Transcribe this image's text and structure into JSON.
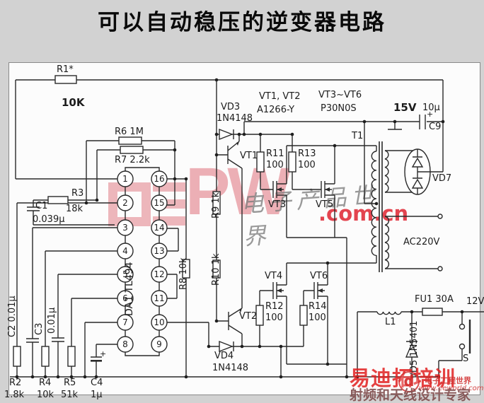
{
  "title": "可以自动稳压的逆变器电路",
  "colors": {
    "background": "#d2d2d2",
    "panel": "#fcfcfc",
    "wire": "#2a2a2a",
    "watermark_pink": "#de707a",
    "watermark_red": "#e0303c",
    "corner_red": "#e02020"
  },
  "ic": {
    "name": "DA1 TL494",
    "left_pins": [
      "1",
      "2",
      "3",
      "4",
      "5",
      "6",
      "7",
      "8"
    ],
    "right_pins": [
      "16",
      "15",
      "14",
      "13",
      "12",
      "11",
      "10",
      "9"
    ]
  },
  "labels": {
    "r1": "R1*",
    "r1_value": "10K",
    "r6": "R6 1M",
    "r7": "R7 2.2k",
    "r3": "R3",
    "r3_value": "18k",
    "c1": "C1",
    "c1_value": "0.039μ",
    "vd3": "VD3",
    "vd3_value": "1N4148",
    "vt12": "VT1, VT2",
    "vt12_value": "A1266-Y",
    "vt36": "VT3~VT6",
    "vt36_value": "P30N0S",
    "v15": "15V",
    "c9_value": "10μ",
    "c9": "C9",
    "c9_plus": "+",
    "t1": "T1",
    "vd7": "VD7",
    "vt1": "VT1",
    "vt2": "VT2",
    "vt3": "VT3",
    "vt4": "VT4",
    "vt5": "VT5",
    "vt6": "VT6",
    "r11": "R11",
    "r11_value": "100",
    "r13": "R13",
    "r13_value": "100",
    "r12": "R12",
    "r12_value": "100",
    "r14": "R14",
    "r14_value": "100",
    "r8": "R8 10k",
    "r9": "R9 1k",
    "r10": "R10 1k",
    "vd4": "VD4",
    "vd4_value": "1N4148",
    "ac220": "AC220V",
    "l1": "L1",
    "fu1": "FU1 30A",
    "v12": "12V",
    "vd5": "VD5 1N5401",
    "s": "S",
    "c2": "C2 0.01μ",
    "c3": "C3",
    "c3_value": "0.01μ",
    "r2": "R2",
    "r2_value": "1.8k",
    "r4": "R4",
    "r4_value": "10k",
    "r5": "R5",
    "r5_value": "51k",
    "c4": "C4",
    "c4_value": "1μ",
    "c4_plus": "+"
  },
  "watermark_center": {
    "logo_letters": "PW",
    "domain": ".com.cn",
    "script": "电子产品世界"
  },
  "watermark_corner": {
    "brand": "易迪拓培训",
    "tagline": "射频和天线设计专家",
    "logo_letter": "d",
    "site_name": "电子工程世界",
    "site_url": "www.eeworld.com.cn"
  }
}
